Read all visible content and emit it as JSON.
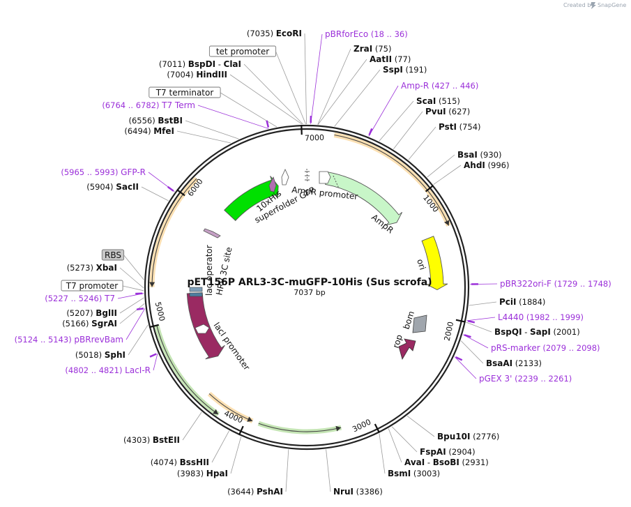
{
  "credit": {
    "created_by": "Created by",
    "brand": "SnapGene"
  },
  "plasmid": {
    "name": "pET156P ARL3-3C-muGFP-10His (Sus scrofa)",
    "size_label": "7037 bp",
    "length": 7037
  },
  "colors": {
    "primer": "#9b30d9",
    "gfp": "#00e000",
    "ampr": "#c8f6c8",
    "ori": "#ffff00",
    "laci": "#9a2a62",
    "orf_orange": "#f5a623",
    "orf_green": "#5ab52a",
    "rbs_fill": "#c8c8c8"
  },
  "scale_ticks": [
    {
      "pos": 1000,
      "label": "1000"
    },
    {
      "pos": 2000,
      "label": "2000"
    },
    {
      "pos": 3000,
      "label": "3000"
    },
    {
      "pos": 4000,
      "label": "4000"
    },
    {
      "pos": 5000,
      "label": "5000"
    },
    {
      "pos": 6000,
      "label": "6000"
    },
    {
      "pos": 7000,
      "label": "7000"
    }
  ],
  "site_labels": [
    {
      "pos": 7035,
      "parts": [
        {
          "t": "(7035)",
          "k": "p"
        },
        {
          "t": "  "
        },
        {
          "t": "EcoRI",
          "k": "n"
        }
      ]
    },
    {
      "pos": 7011,
      "parts": [
        {
          "t": "(7011)",
          "k": "p"
        },
        {
          "t": "  "
        },
        {
          "t": "BspDI",
          "k": "n"
        },
        {
          "t": "  -  "
        },
        {
          "t": "ClaI",
          "k": "n"
        }
      ]
    },
    {
      "pos": 7004,
      "parts": [
        {
          "t": "(7004)",
          "k": "p"
        },
        {
          "t": "  "
        },
        {
          "t": "HindIII",
          "k": "n"
        }
      ]
    },
    {
      "pos": 6556,
      "parts": [
        {
          "t": "(6556)",
          "k": "p"
        },
        {
          "t": "  "
        },
        {
          "t": "BstBI",
          "k": "n"
        }
      ]
    },
    {
      "pos": 6494,
      "parts": [
        {
          "t": "(6494)",
          "k": "p"
        },
        {
          "t": "  "
        },
        {
          "t": "MfeI",
          "k": "n"
        }
      ]
    },
    {
      "pos": 5904,
      "parts": [
        {
          "t": "(5904)",
          "k": "p"
        },
        {
          "t": "  "
        },
        {
          "t": "SacII",
          "k": "n"
        }
      ]
    },
    {
      "pos": 5273,
      "parts": [
        {
          "t": "(5273)",
          "k": "p"
        },
        {
          "t": "  "
        },
        {
          "t": "XbaI",
          "k": "n"
        }
      ]
    },
    {
      "pos": 5207,
      "parts": [
        {
          "t": "(5207)",
          "k": "p"
        },
        {
          "t": "  "
        },
        {
          "t": "BglII",
          "k": "n"
        }
      ]
    },
    {
      "pos": 5166,
      "parts": [
        {
          "t": "(5166)",
          "k": "p"
        },
        {
          "t": "  "
        },
        {
          "t": "SgrAI",
          "k": "n"
        }
      ]
    },
    {
      "pos": 5018,
      "parts": [
        {
          "t": "(5018)",
          "k": "p"
        },
        {
          "t": "  "
        },
        {
          "t": "SphI",
          "k": "n"
        }
      ]
    },
    {
      "pos": 4303,
      "parts": [
        {
          "t": "(4303)",
          "k": "p"
        },
        {
          "t": "  "
        },
        {
          "t": "BstEII",
          "k": "n"
        }
      ]
    },
    {
      "pos": 4074,
      "parts": [
        {
          "t": "(4074)",
          "k": "p"
        },
        {
          "t": "  "
        },
        {
          "t": "BssHII",
          "k": "n"
        }
      ]
    },
    {
      "pos": 3983,
      "parts": [
        {
          "t": "(3983)",
          "k": "p"
        },
        {
          "t": "  "
        },
        {
          "t": "HpaI",
          "k": "n"
        }
      ]
    },
    {
      "pos": 3644,
      "parts": [
        {
          "t": "(3644)",
          "k": "p"
        },
        {
          "t": "  "
        },
        {
          "t": "PshAI",
          "k": "n"
        }
      ]
    },
    {
      "pos": 3386,
      "parts": [
        {
          "t": "NruI",
          "k": "n"
        },
        {
          "t": "  "
        },
        {
          "t": "(3386)",
          "k": "p"
        }
      ]
    },
    {
      "pos": 3003,
      "parts": [
        {
          "t": "BsmI",
          "k": "n"
        },
        {
          "t": "  "
        },
        {
          "t": "(3003)",
          "k": "p"
        }
      ]
    },
    {
      "pos": 2931,
      "parts": [
        {
          "t": "AvaI",
          "k": "n"
        },
        {
          "t": "  -  "
        },
        {
          "t": "BsoBI",
          "k": "n"
        },
        {
          "t": "  "
        },
        {
          "t": "(2931)",
          "k": "p"
        }
      ]
    },
    {
      "pos": 2904,
      "parts": [
        {
          "t": "FspAI",
          "k": "n"
        },
        {
          "t": "  "
        },
        {
          "t": "(2904)",
          "k": "p"
        }
      ]
    },
    {
      "pos": 2776,
      "parts": [
        {
          "t": "Bpu10I",
          "k": "n"
        },
        {
          "t": "  "
        },
        {
          "t": "(2776)",
          "k": "p"
        }
      ]
    },
    {
      "pos": 2133,
      "parts": [
        {
          "t": "BsaAI",
          "k": "n"
        },
        {
          "t": "  "
        },
        {
          "t": "(2133)",
          "k": "p"
        }
      ]
    },
    {
      "pos": 2001,
      "parts": [
        {
          "t": "BspQI",
          "k": "n"
        },
        {
          "t": "  -  "
        },
        {
          "t": "SapI",
          "k": "n"
        },
        {
          "t": "  "
        },
        {
          "t": "(2001)",
          "k": "p"
        }
      ]
    },
    {
      "pos": 1884,
      "parts": [
        {
          "t": "PciI",
          "k": "n"
        },
        {
          "t": "  "
        },
        {
          "t": "(1884)",
          "k": "p"
        }
      ]
    },
    {
      "pos": 996,
      "parts": [
        {
          "t": "AhdI",
          "k": "n"
        },
        {
          "t": "  "
        },
        {
          "t": "(996)",
          "k": "p"
        }
      ]
    },
    {
      "pos": 930,
      "parts": [
        {
          "t": "BsaI",
          "k": "n"
        },
        {
          "t": "  "
        },
        {
          "t": "(930)",
          "k": "p"
        }
      ]
    },
    {
      "pos": 754,
      "parts": [
        {
          "t": "PstI",
          "k": "n"
        },
        {
          "t": "  "
        },
        {
          "t": "(754)",
          "k": "p"
        }
      ]
    },
    {
      "pos": 627,
      "parts": [
        {
          "t": "PvuI",
          "k": "n"
        },
        {
          "t": "  "
        },
        {
          "t": "(627)",
          "k": "p"
        }
      ]
    },
    {
      "pos": 515,
      "parts": [
        {
          "t": "ScaI",
          "k": "n"
        },
        {
          "t": "  "
        },
        {
          "t": "(515)",
          "k": "p"
        }
      ]
    },
    {
      "pos": 191,
      "parts": [
        {
          "t": "SspI",
          "k": "n"
        },
        {
          "t": "  "
        },
        {
          "t": "(191)",
          "k": "p"
        }
      ]
    },
    {
      "pos": 77,
      "parts": [
        {
          "t": "AatII",
          "k": "n"
        },
        {
          "t": "  "
        },
        {
          "t": "(77)",
          "k": "p"
        }
      ]
    },
    {
      "pos": 75,
      "parts": [
        {
          "t": "ZraI",
          "k": "n"
        },
        {
          "t": "  "
        },
        {
          "t": "(75)",
          "k": "p"
        }
      ]
    }
  ],
  "primer_labels": [
    {
      "pos": 27,
      "parts": [
        {
          "t": "pBRforEco",
          "k": "name"
        },
        {
          "t": "  "
        },
        {
          "t": "(18 .. 36)",
          "k": "range"
        }
      ]
    },
    {
      "pos": 436,
      "parts": [
        {
          "t": "Amp-R",
          "k": "name"
        },
        {
          "t": "  "
        },
        {
          "t": "(427 .. 446)",
          "k": "range"
        }
      ]
    },
    {
      "pos": 1738,
      "parts": [
        {
          "t": "pBR322ori-F",
          "k": "name"
        },
        {
          "t": "  "
        },
        {
          "t": "(1729 .. 1748)",
          "k": "range"
        }
      ]
    },
    {
      "pos": 1990,
      "parts": [
        {
          "t": "L4440",
          "k": "name"
        },
        {
          "t": "  "
        },
        {
          "t": "(1982 .. 1999)",
          "k": "range"
        }
      ]
    },
    {
      "pos": 2088,
      "parts": [
        {
          "t": "pRS-marker",
          "k": "name"
        },
        {
          "t": "  "
        },
        {
          "t": "(2079 .. 2098)",
          "k": "range"
        }
      ]
    },
    {
      "pos": 2250,
      "parts": [
        {
          "t": "pGEX 3'",
          "k": "name"
        },
        {
          "t": "  "
        },
        {
          "t": "(2239 .. 2261)",
          "k": "range"
        }
      ]
    },
    {
      "pos": 6773,
      "parts": [
        {
          "t": "(6764 .. 6782)",
          "k": "range"
        },
        {
          "t": "  "
        },
        {
          "t": "T7 Term",
          "k": "name"
        }
      ]
    },
    {
      "pos": 5979,
      "parts": [
        {
          "t": "(5965 .. 5993)",
          "k": "range"
        },
        {
          "t": "  "
        },
        {
          "t": "GFP-R",
          "k": "name"
        }
      ]
    },
    {
      "pos": 5236,
      "parts": [
        {
          "t": "(5227 .. 5246)",
          "k": "range"
        },
        {
          "t": "  "
        },
        {
          "t": "T7",
          "k": "name"
        }
      ]
    },
    {
      "pos": 5133,
      "parts": [
        {
          "t": "(5124 .. 5143)",
          "k": "range"
        },
        {
          "t": "  "
        },
        {
          "t": "pBRrevBam",
          "k": "name"
        }
      ]
    },
    {
      "pos": 4811,
      "parts": [
        {
          "t": "(4802 .. 4821)",
          "k": "range"
        },
        {
          "t": "  "
        },
        {
          "t": "LacI-R",
          "k": "name"
        }
      ]
    }
  ],
  "boxed_labels": [
    {
      "text": "tet promoter",
      "pos": 7030
    },
    {
      "text": "T7 terminator",
      "pos": 6830
    },
    {
      "text": "RBS",
      "pos": 5330,
      "filled": true
    },
    {
      "text": "T7 promoter",
      "pos": 5255
    }
  ],
  "features": [
    {
      "name": "superfolder GFP",
      "start": 6120,
      "end": 6730,
      "color": "#00e000"
    },
    {
      "name": "AmpR",
      "start": 200,
      "end": 1060,
      "color": "#c8f6c8"
    },
    {
      "name": "ori",
      "start": 1330,
      "end": 1780,
      "color": "#ffff00"
    },
    {
      "name": "lacI",
      "start": 4540,
      "end": 5220,
      "color": "#9a2a62",
      "reverse": true
    }
  ],
  "feature_text": {
    "his10": "10xHis",
    "sfgfp": "superfolder GFP",
    "ampr_promoter": "AmpR promoter",
    "ampr": "AmpR",
    "ori": "ori",
    "rop": "rop",
    "bom": "bom",
    "laci_promoter": "lacI promoter",
    "laci": "lacI",
    "lac_operator": "lac operator",
    "hrv_3c": "HRV 3C site"
  },
  "orf_arcs": [
    {
      "start": 6150,
      "end": 5280,
      "color": "#f5a623",
      "r": 222
    },
    {
      "start": 200,
      "end": 1300,
      "color": "#f5a623",
      "r": 222
    },
    {
      "start": 5000,
      "end": 4200,
      "color": "#5ab52a",
      "r": 222
    },
    {
      "start": 4350,
      "end": 3950,
      "color": "#f5a623",
      "r": 207
    },
    {
      "start": 3900,
      "end": 3250,
      "color": "#5ab52a",
      "r": 207
    }
  ]
}
